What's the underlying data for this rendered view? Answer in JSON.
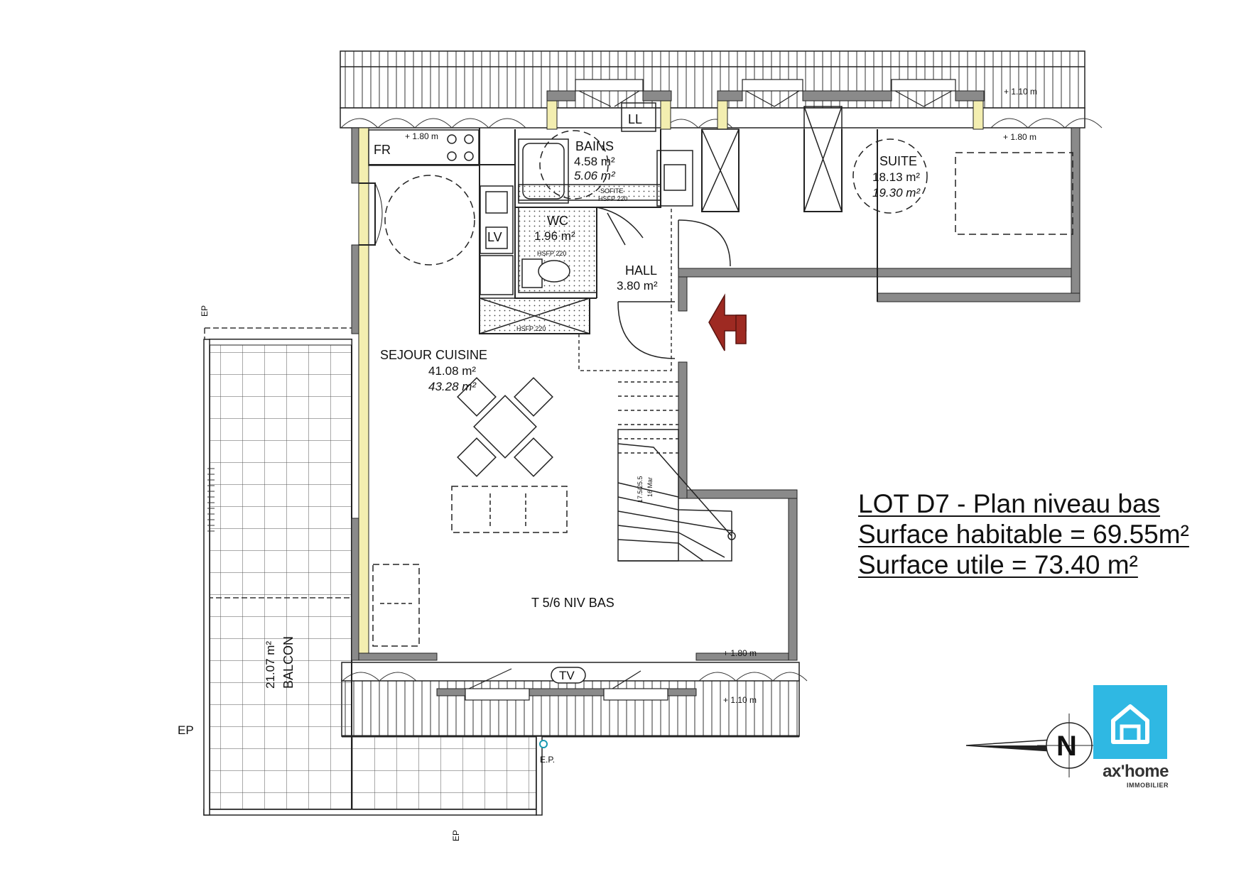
{
  "rooms": {
    "bains": {
      "name": "BAINS",
      "area": "4.58 m²",
      "area_utile": "5.06 m²"
    },
    "wc": {
      "name": "WC",
      "area": "1.96 m²"
    },
    "hall": {
      "name": "HALL",
      "area": "3.80 m²"
    },
    "suite": {
      "name": "SUITE",
      "area": "18.13 m²",
      "area_utile": "19.30 m²"
    },
    "sejour": {
      "name": "SEJOUR CUISINE",
      "area": "41.08 m²",
      "area_utile": "43.28 m²"
    },
    "balcon": {
      "name": "BALCON",
      "area": "21.07 m²"
    }
  },
  "fixtures": {
    "fr": "FR",
    "ll": "LL",
    "lv": "LV",
    "tv": "TV"
  },
  "annotations": {
    "h180_kitchen": "+ 1.80 m",
    "h110_suite": "+ 1.10 m",
    "h180_suite": "+ 1.80 m",
    "h180_sejour": "+ 1.80 m",
    "h110_sejour": "+ 1.10 m",
    "sofite": "SOFITE",
    "hsfp_bains": "HSFP 220",
    "hsfp_wc": "HSFP 220",
    "hsfp_store": "HSFP 220",
    "stair_a": "17.5/25.5",
    "stair_b": "16 Mar",
    "ep_top": "EP",
    "ep_left": "EP",
    "ep_bottom": "EP",
    "ep_point": "E.P.",
    "unit_type": "T 5/6 NIV BAS"
  },
  "lot_info": {
    "line1": "LOT D7 - Plan niveau bas",
    "line2": "Surface habitable = 69.55m²",
    "line3": "Surface utile = 73.40 m²"
  },
  "compass": {
    "letter": "N"
  },
  "brand": {
    "name": "ax'home",
    "sub": "IMMOBILIER",
    "color": "#2fb8e3"
  },
  "colors": {
    "wall": "#8a8a8a",
    "entry_arrow": "#9e2a22",
    "insulation": "#f3eeb0"
  }
}
